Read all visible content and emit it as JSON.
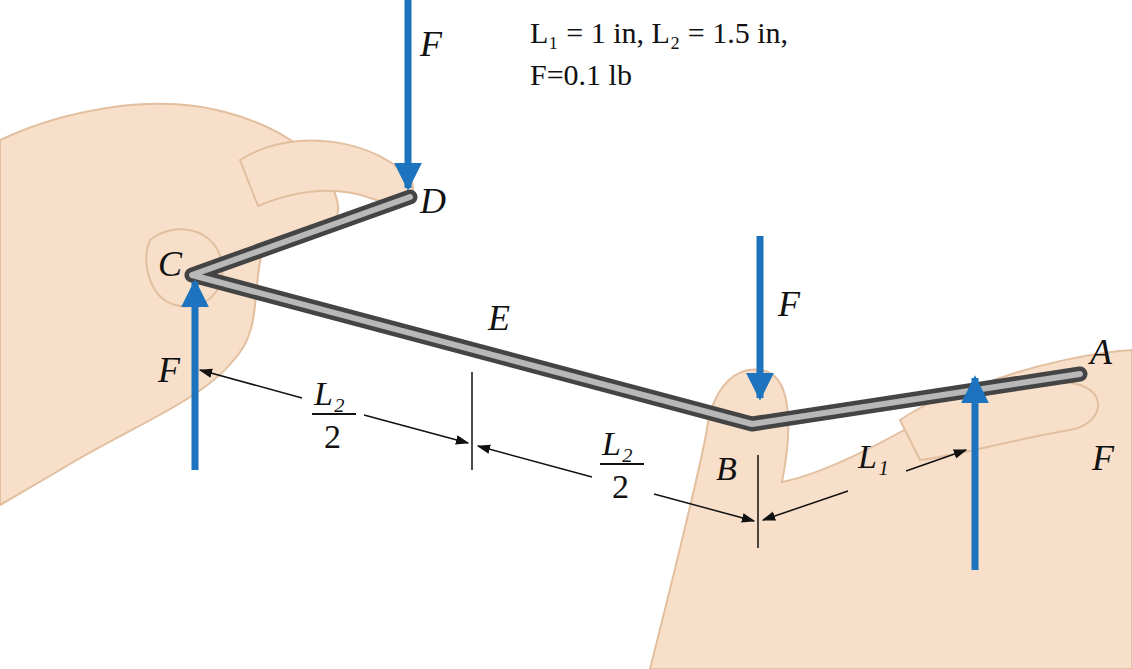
{
  "diagram": {
    "labels": [
      "L₁ = 1 in, L₂ = 1.5 in,",
      "F=0.1 lb",
      "F",
      "D",
      "C",
      "E",
      "F",
      "A",
      "F",
      "L₂",
      "2",
      "L₂",
      "2",
      "B",
      "L₁",
      "F"
    ]
  }
}
